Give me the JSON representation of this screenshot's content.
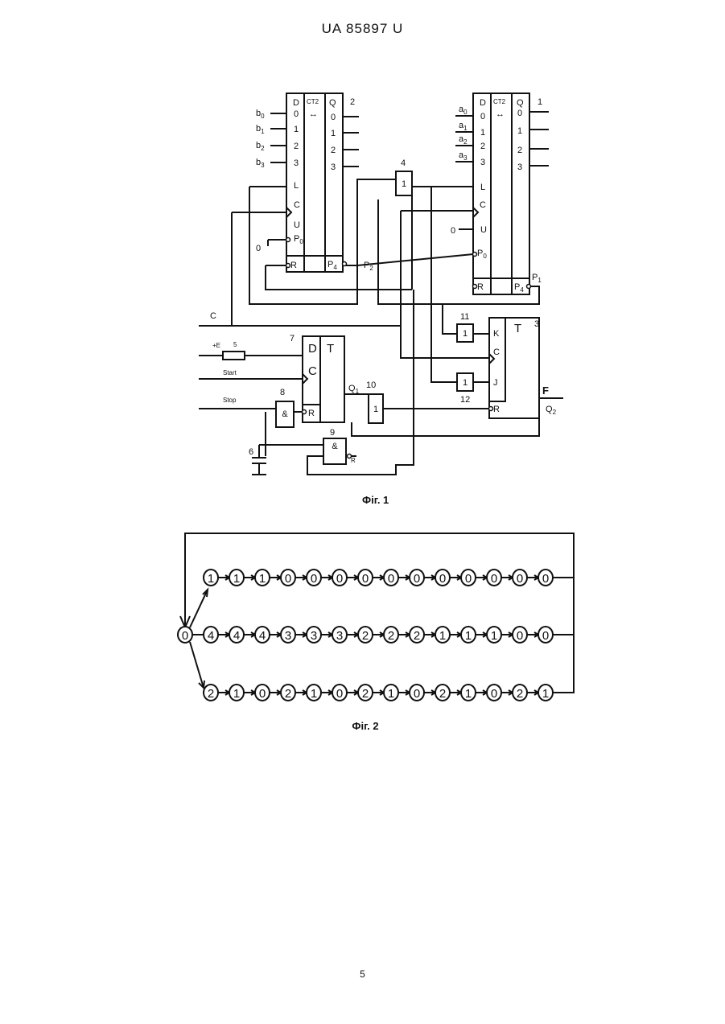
{
  "header": "UA   85897   U",
  "page_number": "5",
  "fig1": {
    "caption": "Фіг. 1",
    "counter2": {
      "id": "2",
      "title": "CT2",
      "in_head": "D",
      "out_head": "Q",
      "inputs": [
        "0",
        "1",
        "2",
        "3"
      ],
      "outputs": [
        "0",
        "1",
        "2",
        "3"
      ],
      "ctrl": [
        "L",
        "C",
        "U",
        "P"
      ],
      "p_sub": "0",
      "reset": "R",
      "pout": "P",
      "pout_sub": "4",
      "in_names": [
        [
          "b",
          "0"
        ],
        [
          "b",
          "1"
        ],
        [
          "b",
          "2"
        ],
        [
          "b",
          "3"
        ]
      ],
      "zero": "0"
    },
    "counter1": {
      "id": "1",
      "title": "CT2",
      "in_head": "D",
      "out_head": "Q",
      "inputs": [
        "0",
        "1",
        "2",
        "3"
      ],
      "outputs": [
        "0",
        "1",
        "2",
        "3"
      ],
      "ctrl": [
        "L",
        "C",
        "U",
        "P"
      ],
      "p_sub": "0",
      "reset": "R",
      "pout": "P",
      "pout_sub": "4",
      "in_names": [
        [
          "a",
          "0"
        ],
        [
          "a",
          "1"
        ],
        [
          "a",
          "2"
        ],
        [
          "a",
          "3"
        ]
      ],
      "zero": "0"
    },
    "p2": [
      "P",
      "2"
    ],
    "p1": [
      "P",
      "1"
    ],
    "gate4": {
      "id": "4",
      "sym": "1"
    },
    "gate11": {
      "id": "11",
      "sym": "1"
    },
    "gate12": {
      "id": "12",
      "sym": "1"
    },
    "gate10": {
      "id": "10",
      "sym": "1"
    },
    "gate8": {
      "id": "8",
      "sym": "&"
    },
    "gate9": {
      "id": "9",
      "sym": "&",
      "out": "R"
    },
    "ff3": {
      "id": "3",
      "title": "T",
      "pins": [
        "K",
        "C",
        "J",
        "R"
      ]
    },
    "ff7": {
      "id": "7",
      "title": "T",
      "pins": [
        "D",
        "C",
        "R"
      ]
    },
    "c_label": "C",
    "plus_e": "+E",
    "resistor_id": "5",
    "start": "Start",
    "stop": "Stop",
    "cap_id": "6",
    "q1": [
      "Q",
      "1"
    ],
    "q2": [
      "Q",
      "2"
    ],
    "f": "F"
  },
  "fig2": {
    "caption": "Фіг. 2",
    "start": "0",
    "rows": [
      [
        "1",
        "1",
        "1",
        "0",
        "0",
        "0",
        "0",
        "0",
        "0",
        "0",
        "0",
        "0",
        "0",
        "0"
      ],
      [
        "4",
        "4",
        "4",
        "3",
        "3",
        "3",
        "2",
        "2",
        "2",
        "1",
        "1",
        "1",
        "0",
        "0"
      ],
      [
        "2",
        "1",
        "0",
        "2",
        "1",
        "0",
        "2",
        "1",
        "0",
        "2",
        "1",
        "0",
        "2",
        "1"
      ]
    ]
  }
}
